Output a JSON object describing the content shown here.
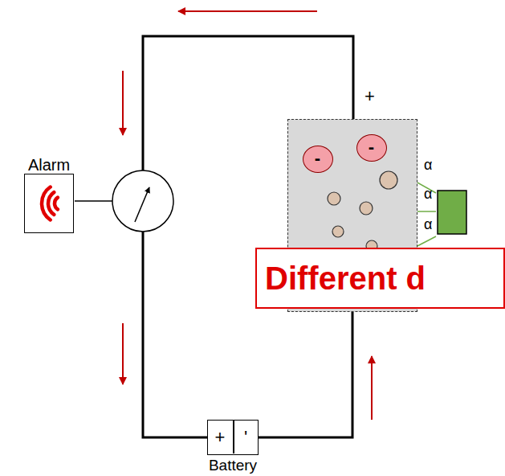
{
  "diagram": {
    "nodes": [
      {
        "text": [
          "Alarm"
        ]
      },
      {
        "text": [
          "+"
        ]
      },
      {
        "text": [
          "-"
        ],
        "in": 1
      },
      {
        "text": [
          "-"
        ],
        "in": 1
      },
      {
        "text": [
          "Different d"
        ]
      },
      {
        "text": [
          "+",
          "'",
          "Battery"
        ]
      }
    ],
    "edges": [
      {
        "from": 1,
        "to": 5,
        "arrow": "none"
      }
    ],
    "labels": [
      "α",
      "α",
      "α"
    ]
  }
}
